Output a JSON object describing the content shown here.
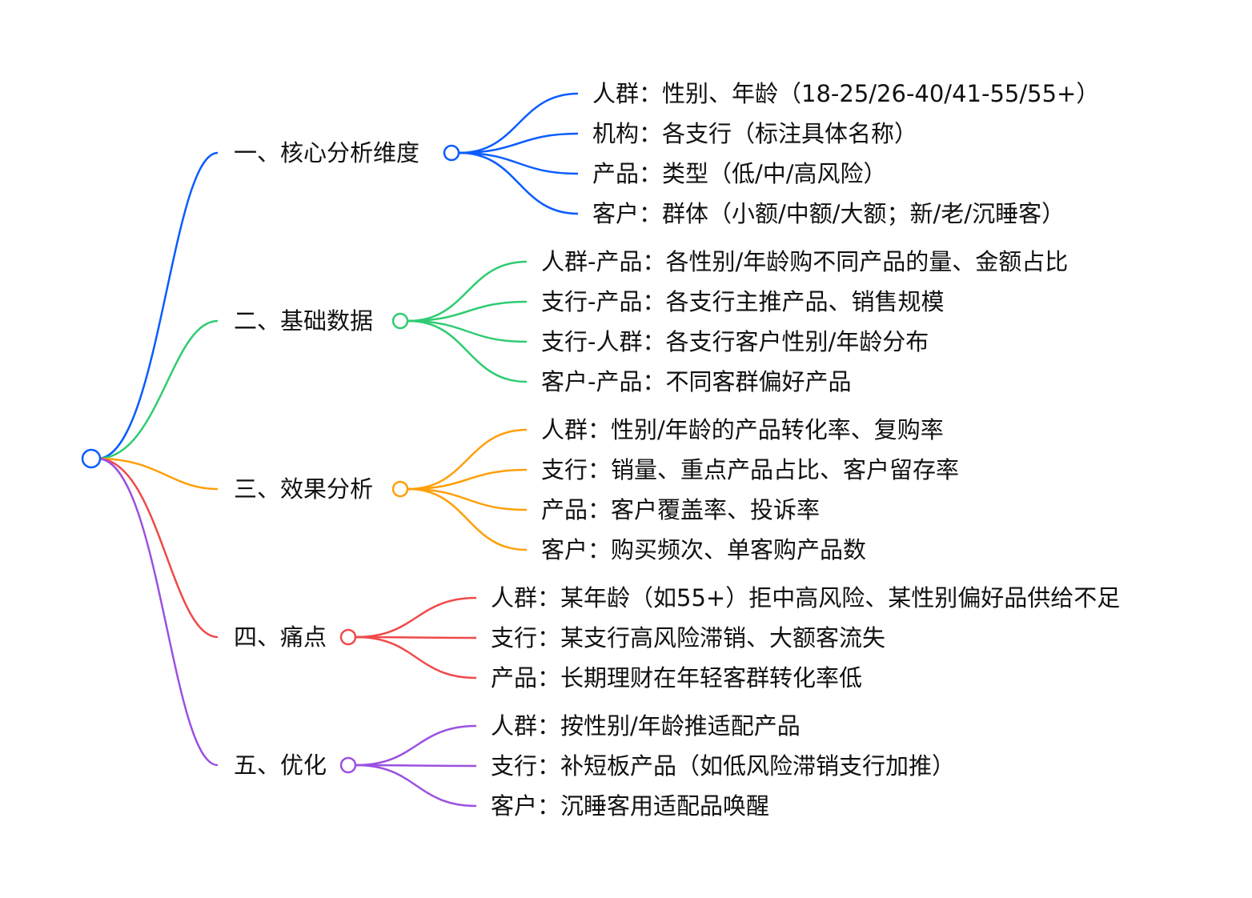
{
  "root": {
    "color": "#0a5cff"
  },
  "branches": [
    {
      "label": "一、核心分析维度",
      "color": "#0a5cff",
      "children": [
        "人群：性别、年龄（18-25/26-40/41-55/55+）",
        "机构：各支行（标注具体名称）",
        "产品：类型（低/中/高风险）",
        "客户：群体（小额/中额/大额；新/老/沉睡客）"
      ]
    },
    {
      "label": "二、基础数据",
      "color": "#2ecc71",
      "children": [
        "人群-产品：各性别/年龄购不同产品的量、金额占比",
        "支行-产品：各支行主推产品、销售规模",
        "支行-人群：各支行客户性别/年龄分布",
        "客户-产品：不同客群偏好产品"
      ]
    },
    {
      "label": "三、效果分析",
      "color": "#ff9f0a",
      "children": [
        "人群：性别/年龄的产品转化率、复购率",
        "支行：销量、重点产品占比、客户留存率",
        "产品：客户覆盖率、投诉率",
        "客户：购买频次、单客购产品数"
      ]
    },
    {
      "label": "四、痛点",
      "color": "#f04a4a",
      "children": [
        "人群：某年龄（如55+）拒中高风险、某性别偏好品供给不足",
        "支行：某支行高风险滞销、大额客流失",
        "产品：长期理财在年轻客群转化率低"
      ]
    },
    {
      "label": "五、优化",
      "color": "#9b51e0",
      "children": [
        "人群：按性别/年龄推适配产品",
        "支行：补短板产品（如低风险滞销支行加推）",
        "客户：沉睡客用适配品唤醒"
      ]
    }
  ]
}
